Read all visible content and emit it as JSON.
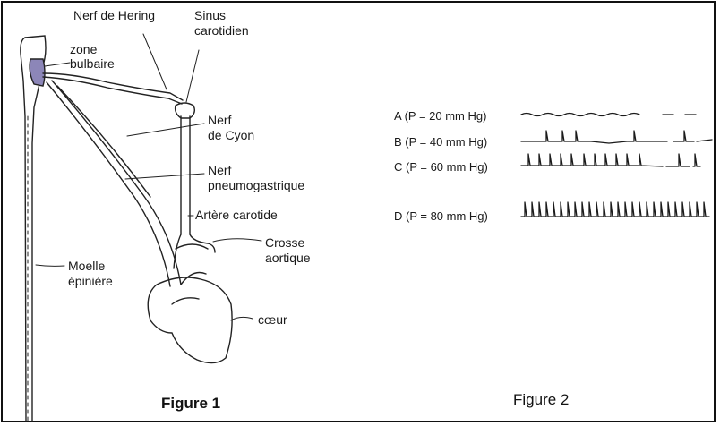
{
  "figure1": {
    "caption": "Figure 1",
    "labels": {
      "hering": "Nerf de Hering",
      "sinus_l1": "Sinus",
      "sinus_l2": "carotidien",
      "zone_l1": "zone",
      "zone_l2": "bulbaire",
      "cyon_l1": "Nerf",
      "cyon_l2": "de Cyon",
      "pneumo_l1": "Nerf",
      "pneumo_l2": "pneumogastrique",
      "carotide": "Artère carotide",
      "crosse_l1": "Crosse",
      "crosse_l2": "aortique",
      "moelle_l1": "Moelle",
      "moelle_l2": "épinière",
      "coeur": "cœur"
    }
  },
  "figure2": {
    "caption": "Figure 2",
    "traces": [
      {
        "label": "A (P = 20 mm Hg)"
      },
      {
        "label": "B (P = 40 mm Hg)"
      },
      {
        "label": "C (P = 60 mm Hg)"
      },
      {
        "label": "D (P = 80 mm Hg)"
      }
    ]
  }
}
